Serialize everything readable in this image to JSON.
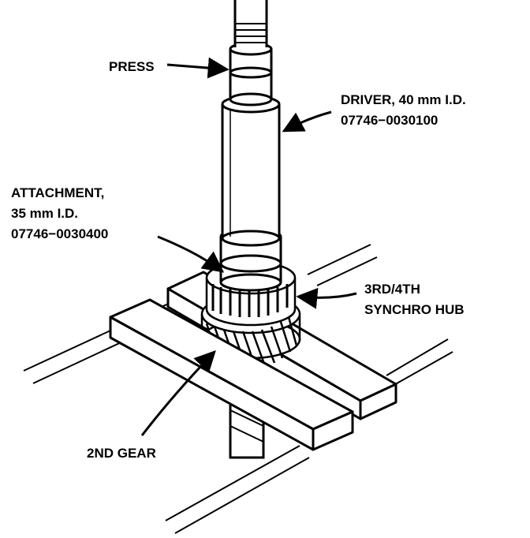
{
  "labels": {
    "press": "PRESS",
    "driver": {
      "line1": "DRIVER, 40 mm I.D.",
      "line2": "07746−0030100"
    },
    "attachment": {
      "line1": "ATTACHMENT,",
      "line2": "35 mm I.D.",
      "line3": "07746−0030400"
    },
    "synchro_hub": {
      "line1": "3RD/4TH",
      "line2": "SYNCHRO HUB"
    },
    "second_gear": "2ND GEAR"
  },
  "colors": {
    "ink": "#000000",
    "paper": "#ffffff"
  }
}
